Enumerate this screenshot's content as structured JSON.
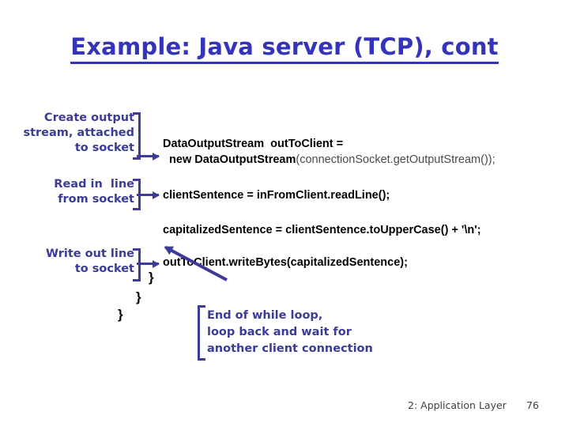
{
  "slide": {
    "title": "Example: Java server (TCP), cont",
    "title_color": "#3333bb",
    "annotation_color": "#3b3b99",
    "code_color": "#000000",
    "background": "#ffffff"
  },
  "annotations": [
    {
      "id": "create-output-stream",
      "lines": "Create output\nstream, attached\nto socket"
    },
    {
      "id": "read-in-line",
      "lines": "Read in  line\nfrom socket"
    },
    {
      "id": "write-out-line",
      "lines": "Write out line\nto socket"
    },
    {
      "id": "end-of-while-loop",
      "lines": "End of while loop,\nloop back and wait for\nanother client connection"
    }
  ],
  "code": {
    "line1_a": "DataOutputStream  outToClient =",
    "line1_b": "  new DataOutputStream",
    "line1_c": "(connectionSocket.getOutputStream());",
    "line2": "clientSentence = inFromClient.readLine();",
    "line3": "capitalizedSentence = clientSentence.toUpperCase() + '\\n';",
    "line4": "outToClient.writeBytes(capitalizedSentence);"
  },
  "braces": {
    "inner": "}",
    "middle": "}",
    "outer": "}"
  },
  "footer": {
    "chapter": "2: Application Layer",
    "page": "76"
  }
}
